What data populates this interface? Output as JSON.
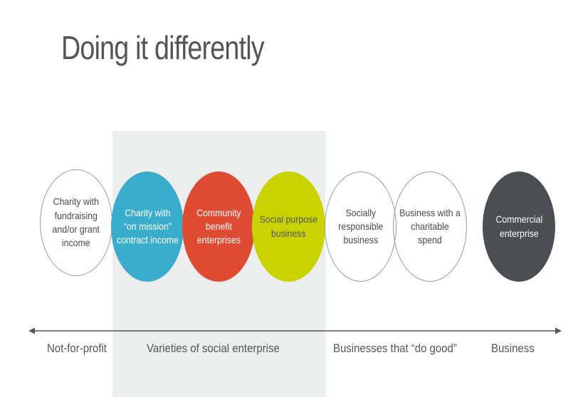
{
  "title": "Doing it differently",
  "circles": [
    {
      "label": "Charity with\nfundraising\nand/or grant\nincome",
      "style": "outline",
      "color": "#ffffff"
    },
    {
      "label": "Charity with\n“on mission”\ncontract income",
      "style": "filled",
      "color": "#3aaccc"
    },
    {
      "label": "Community\nbenefit\nenterprises",
      "style": "filled",
      "color": "#df4a33"
    },
    {
      "label": "Social purpose\nbusiness",
      "style": "filled",
      "color": "#c8d300"
    },
    {
      "label": "Socially\nresponsible\nbusiness",
      "style": "outline",
      "color": "#ffffff"
    },
    {
      "label": "Business with a\ncharitable spend",
      "style": "outline",
      "color": "#ffffff"
    },
    {
      "label": "Commercial\nenterprise",
      "style": "filled",
      "color": "#4a4f51"
    }
  ],
  "axis_labels": [
    "Not-for-profit",
    "Varieties of social enterprise",
    "Businesses that “do good”",
    "Business"
  ],
  "colors": {
    "band": "#eceeed",
    "axis": "#555555",
    "text": "#555555"
  }
}
